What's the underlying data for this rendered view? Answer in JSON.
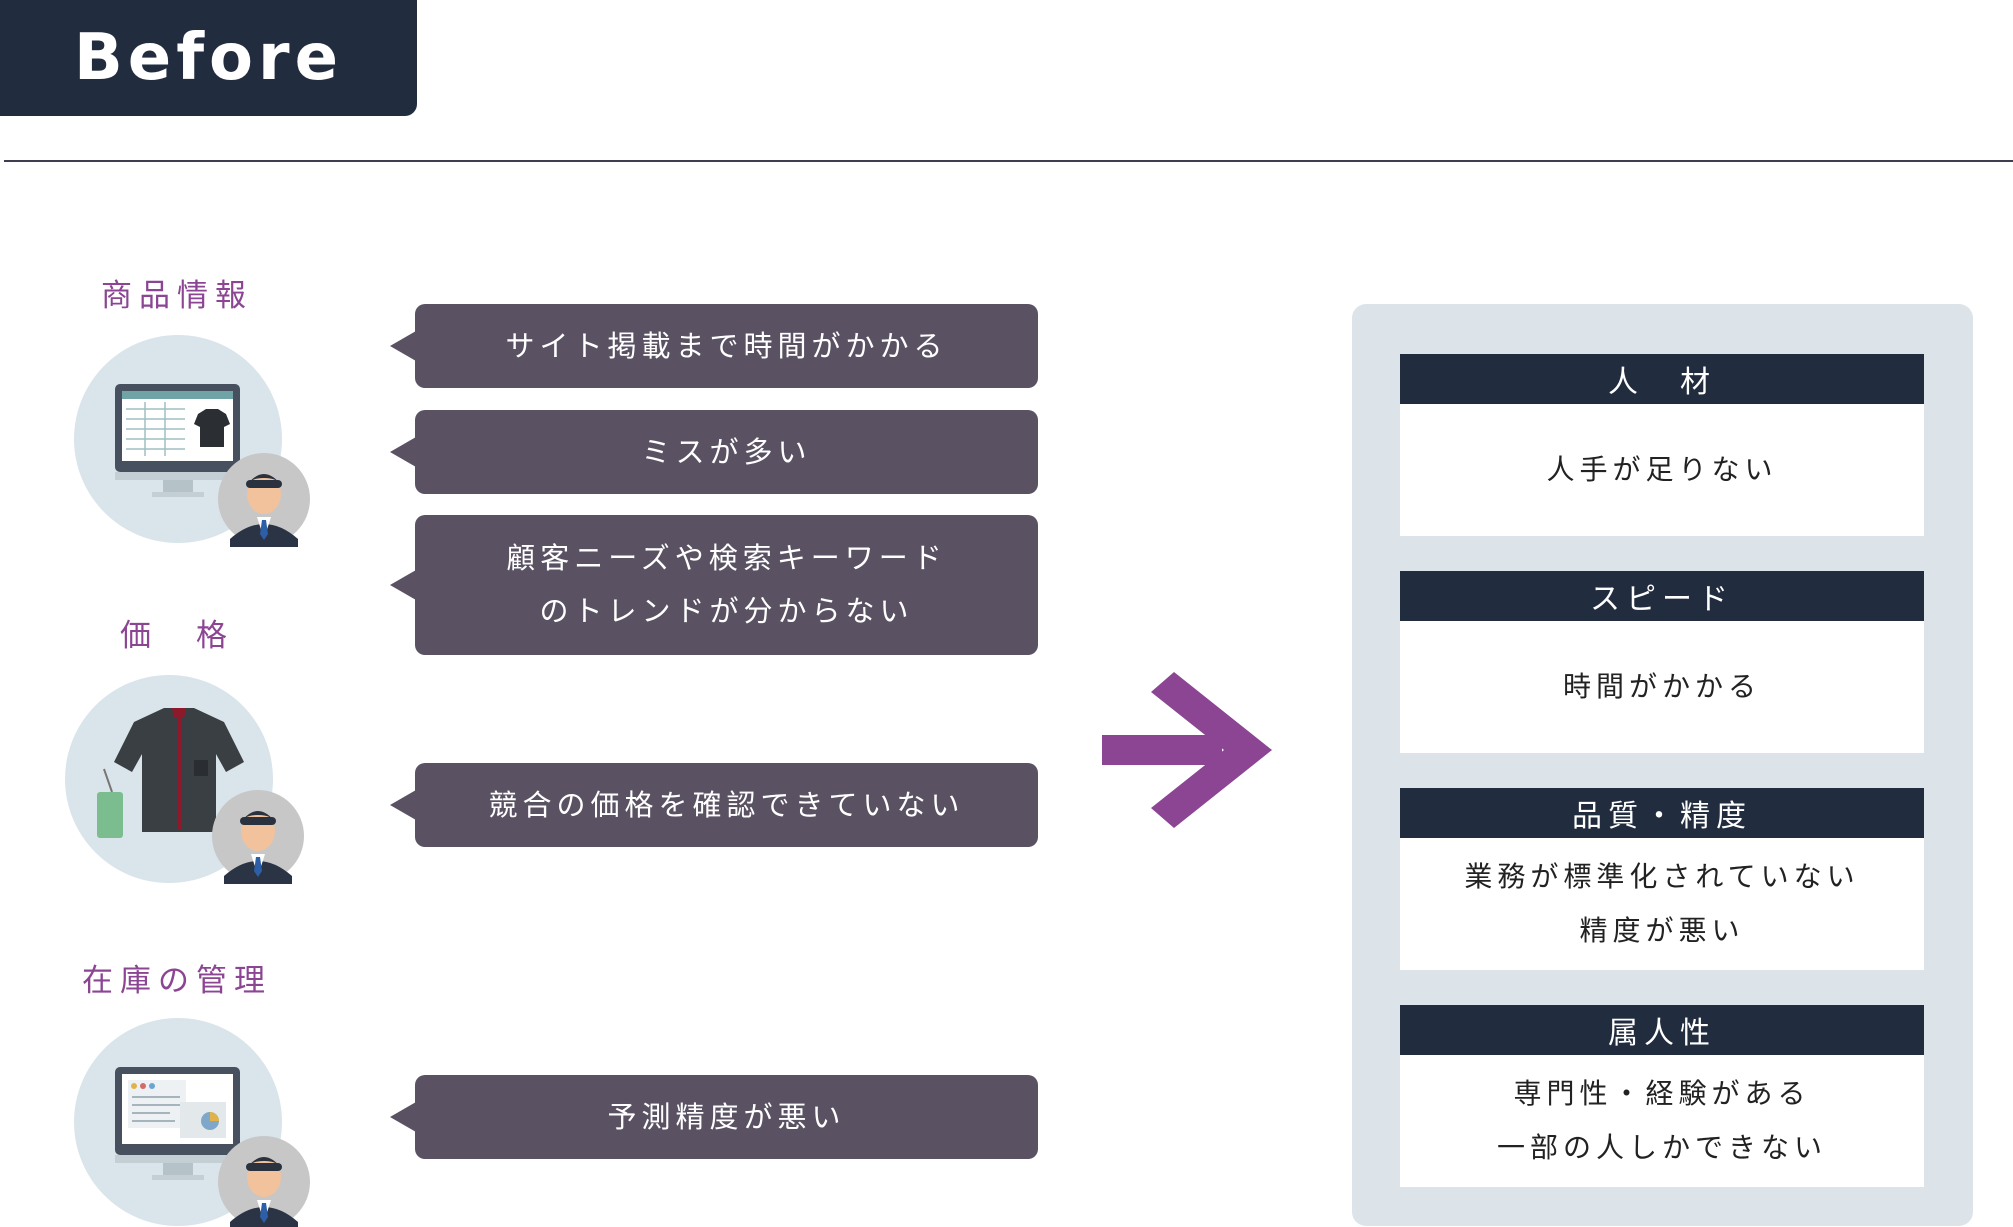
{
  "header": {
    "title": "Before"
  },
  "categories": [
    {
      "label": "商品情報",
      "icon": "computer-table-icon"
    },
    {
      "label": "価　格",
      "icon": "shirt-price-tag-icon"
    },
    {
      "label": "在庫の管理",
      "icon": "computer-dashboard-icon"
    }
  ],
  "issues": [
    {
      "lines": [
        "サイト掲載まで時間がかかる"
      ]
    },
    {
      "lines": [
        "ミスが多い"
      ]
    },
    {
      "lines": [
        "顧客ニーズや検索キーワード",
        "のトレンドが分からない"
      ]
    },
    {
      "lines": [
        "競合の価格を確認できていない"
      ]
    },
    {
      "lines": [
        "予測精度が悪い"
      ]
    }
  ],
  "causes": [
    {
      "title": "人　材",
      "lines": [
        "人手が足りない"
      ]
    },
    {
      "title": "スピード",
      "lines": [
        "時間がかかる"
      ]
    },
    {
      "title": "品質・精度",
      "lines": [
        "業務が標準化されていない",
        "精度が悪い"
      ]
    },
    {
      "title": "属人性",
      "lines": [
        "専門性・経験がある",
        "一部の人しかできない"
      ]
    }
  ],
  "colors": {
    "navy": "#222c3f",
    "purple_accent": "#8b4593",
    "bubble": "#5a5263",
    "panel": "#dce4ea"
  }
}
